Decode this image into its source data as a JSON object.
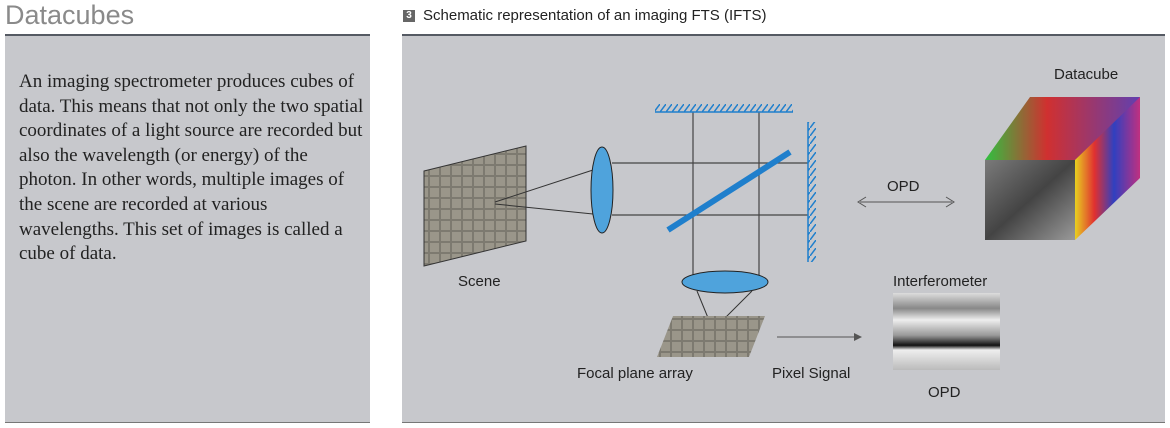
{
  "section_title": "Datacubes",
  "body_text": "An imaging spectrometer produces cubes of data. This means that not only the two spatial coordinates of a light source are recorded but also the wavelength (or energy) of the photon. In other words, multiple images of the scene are recorded at various wavelengths. This set of images is called a cube of data.",
  "figure": {
    "number": "3",
    "caption": "Schematic representation of an imaging FTS (IFTS)",
    "labels": {
      "datacube": "Datacube",
      "opd_arrow": "OPD",
      "scene": "Scene",
      "interferometer": "Interferometer",
      "focal_plane": "Focal plane array",
      "pixel_signal": "Pixel Signal",
      "opd_bottom": "OPD"
    }
  },
  "colors": {
    "optics_blue": "#4fa3dc",
    "mirror_blue": "#1f7fcc",
    "panel": "#c7c8cc"
  }
}
